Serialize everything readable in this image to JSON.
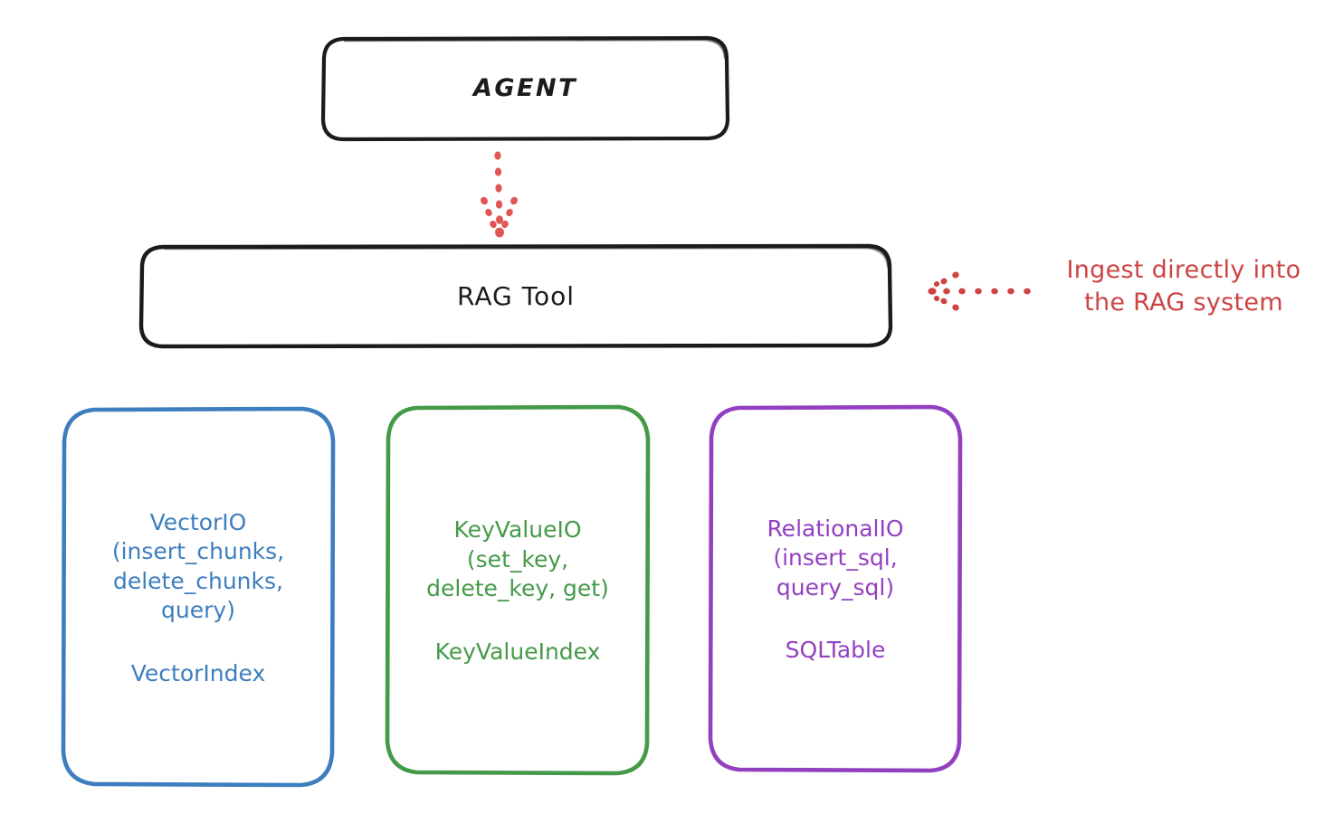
{
  "diagram": {
    "title_node": {
      "label": "AGENT",
      "color": "#1b1b1b"
    },
    "tool_node": {
      "label": "RAG Tool",
      "color": "#1b1b1b"
    },
    "annotation": {
      "text": "Ingest directly into\nthe RAG system",
      "color": "#cc4444",
      "arrow": "dotted-arrow-left"
    },
    "connector": {
      "name": "dotted-arrow-down",
      "color": "#e15554"
    },
    "providers": [
      {
        "id": "vector-io",
        "api": "VectorIO\n(insert_chunks,\ndelete_chunks,\nquery)",
        "index": "VectorIndex",
        "color": "#3d7ebf"
      },
      {
        "id": "key-value-io",
        "api": "KeyValueIO\n(set_key,\ndelete_key, get)",
        "index": "KeyValueIndex",
        "color": "#449a48"
      },
      {
        "id": "relational-io",
        "api": "RelationalIO\n(insert_sql,\nquery_sql)",
        "index": "SQLTable",
        "color": "#9340c0"
      }
    ]
  }
}
